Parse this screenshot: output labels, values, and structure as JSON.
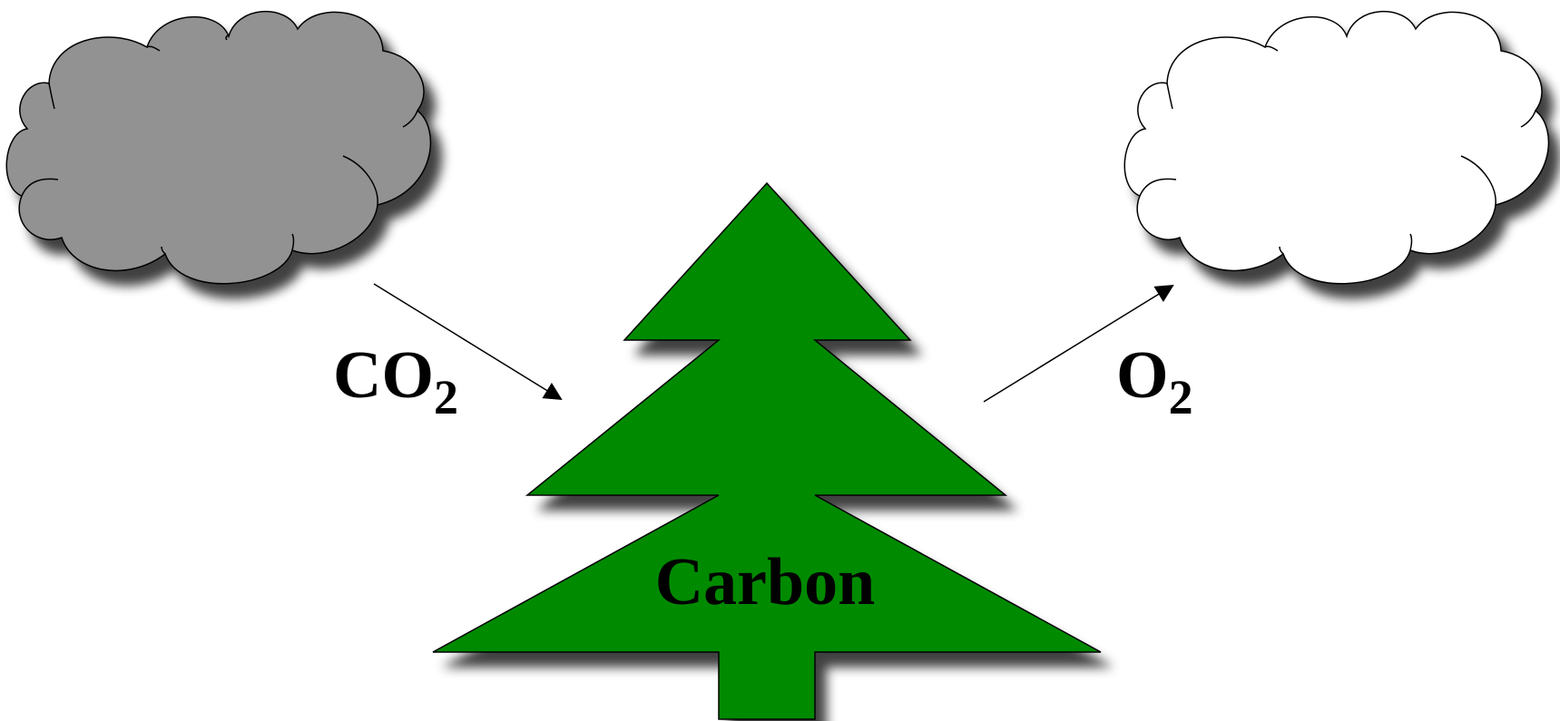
{
  "diagram": {
    "input_label": {
      "base": "CO",
      "subscript": "2"
    },
    "output_label": {
      "base": "O",
      "subscript": "2"
    },
    "tree_label": "Carbon"
  },
  "colors": {
    "background": "#ffffff",
    "dark_cloud": "#929292",
    "light_cloud": "#ffffff",
    "tree": "#008a00",
    "stroke": "#000000",
    "shadow": "#000000"
  }
}
